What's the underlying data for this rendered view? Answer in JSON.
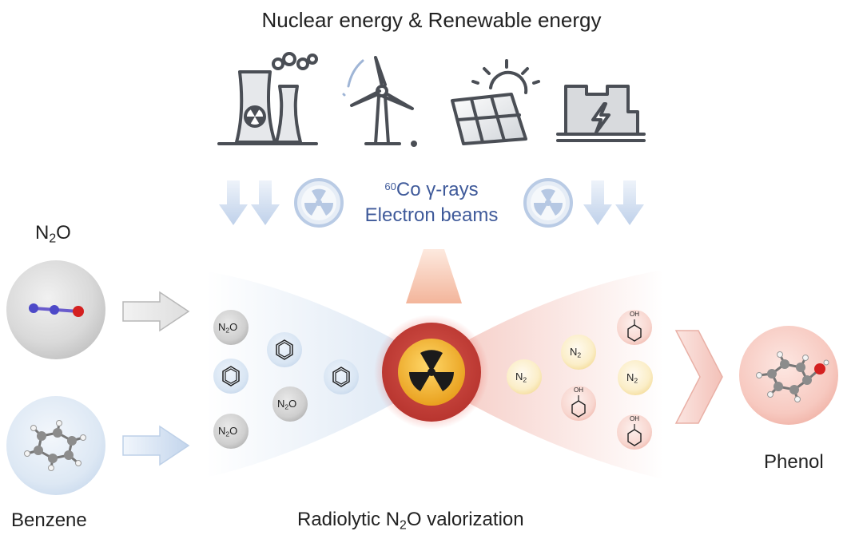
{
  "header": {
    "title": "Nuclear energy & Renewable energy"
  },
  "energy_sources": [
    {
      "icon": "nuclear-plant-icon"
    },
    {
      "icon": "wind-turbine-icon"
    },
    {
      "icon": "solar-panel-icon"
    },
    {
      "icon": "power-station-icon"
    }
  ],
  "radiation": {
    "line1_sup": "60",
    "line1": "Co γ-rays",
    "line2": "Electron beams",
    "icon": "radiation-symbol-icon"
  },
  "reactants": [
    {
      "formula_main": "N",
      "formula_sub": "2",
      "formula_end": "O",
      "icon": "n2o-molecule-icon"
    },
    {
      "label": "Benzene",
      "icon": "benzene-molecule-icon"
    }
  ],
  "product": {
    "label": "Phenol",
    "icon": "phenol-molecule-icon"
  },
  "process": {
    "label_main": "Radiolytic N",
    "label_sub": "2",
    "label_end": "O valorization",
    "reactor_icon": "radiation-core-icon"
  },
  "particles": {
    "n2o": {
      "main": "N",
      "sub": "2",
      "end": "O"
    },
    "n2": {
      "main": "N",
      "sub": "2"
    },
    "oh": "OH"
  },
  "colors": {
    "blue_text": "#3f5a9a",
    "icon_gray": "#4a4e55",
    "arrow_blue": "#c7d6ec",
    "reactor_red": "#c0443e",
    "reactor_core": "#f2b233"
  }
}
